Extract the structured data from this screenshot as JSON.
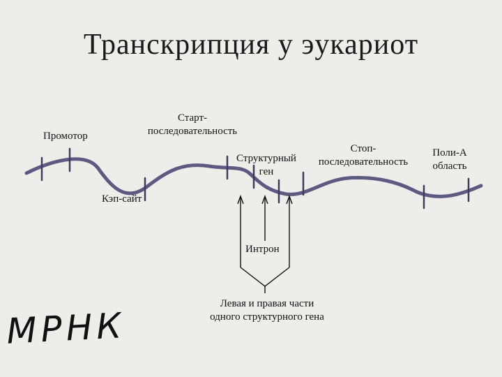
{
  "title": "Транскрипция у эукариот",
  "labels": {
    "promoter": "Промотор",
    "start_line1": "Старт-",
    "start_line2": "последовательность",
    "cap_site": "Кэп-сайт",
    "structural_line1": "Структурный",
    "structural_line2": "ген",
    "stop_line1": "Стоп-",
    "stop_line2": "последовательность",
    "polya_line1": "Поли-А",
    "polya_line2": "область",
    "intron": "Интрон",
    "parts_line1": "Левая и правая части",
    "parts_line2": "одного структурного гена"
  },
  "handwritten": "МРНК",
  "colors": {
    "strand": "#5d5a82",
    "ticks": "#3e3b5e",
    "arrows": "#111111",
    "background": "#efedea"
  }
}
